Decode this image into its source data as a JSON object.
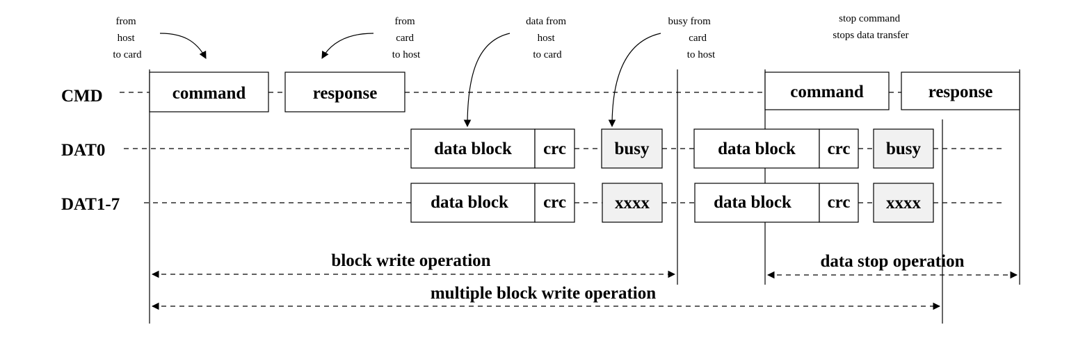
{
  "signals": {
    "cmd": "CMD",
    "dat0": "DAT0",
    "dat17": "DAT1-7"
  },
  "boxes": {
    "cmd_command_1": "command",
    "cmd_response_1": "response",
    "cmd_command_2": "command",
    "cmd_response_2": "response",
    "dat0_data_block_1": "data block",
    "dat0_crc_1": "crc",
    "dat0_busy_1": "busy",
    "dat0_data_block_2": "data block",
    "dat0_crc_2": "crc",
    "dat0_busy_2": "busy",
    "dat17_data_block_1": "data block",
    "dat17_crc_1": "crc",
    "dat17_xxxx_1": "xxxx",
    "dat17_data_block_2": "data block",
    "dat17_crc_2": "crc",
    "dat17_xxxx_2": "xxxx"
  },
  "annotations": {
    "host_to_card": [
      "from",
      "host",
      "to card"
    ],
    "card_to_host": [
      "from",
      "card",
      "to host"
    ],
    "data_from_host": [
      "data from",
      "host",
      "to card"
    ],
    "busy_from_card": [
      "busy from",
      "card",
      "to host"
    ],
    "stop_command": [
      "stop command",
      "stops data transfer"
    ]
  },
  "operations": {
    "block_write": "block write operation",
    "data_stop": "data stop operation",
    "multiple_block_write": "multiple block write operation"
  }
}
